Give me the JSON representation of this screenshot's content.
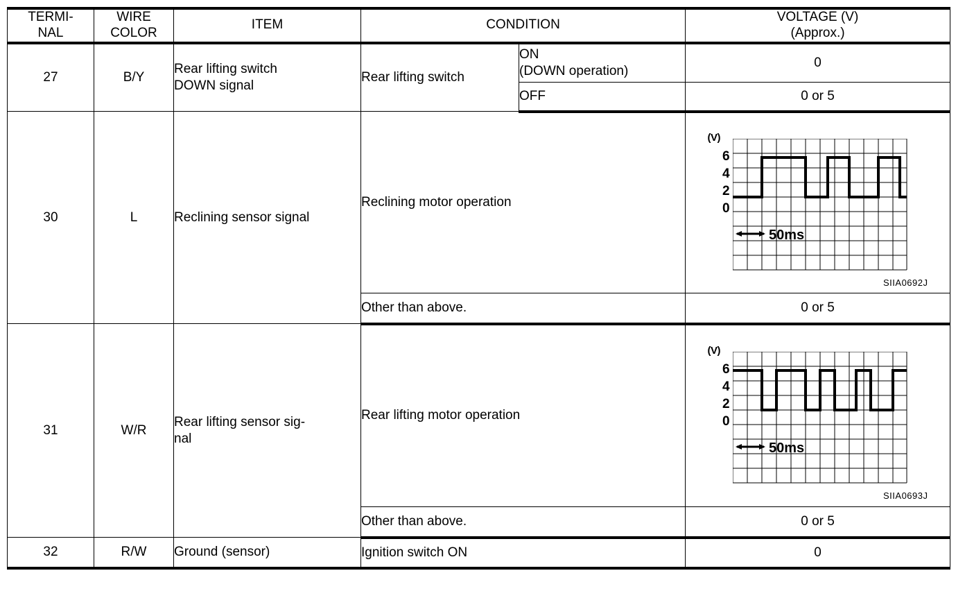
{
  "table": {
    "headers": [
      {
        "id": "terminal",
        "label": "TERMI-\nNAL",
        "line1": "TERMI-",
        "line2": "NAL"
      },
      {
        "id": "wire_color",
        "label": "WIRE\nCOLOR",
        "line1": "WIRE",
        "line2": "COLOR"
      },
      {
        "id": "item",
        "label": "ITEM"
      },
      {
        "id": "condition",
        "label": "CONDITION"
      },
      {
        "id": "voltage",
        "label": "VOLTAGE (V)\n(Approx.)",
        "line1": "VOLTAGE (V)",
        "line2": "(Approx.)"
      }
    ],
    "rows": [
      {
        "terminal": "27",
        "wire_color": "B/Y",
        "item_line1": "Rear lifting switch",
        "item_line2": "DOWN signal",
        "condition_group": "Rear lifting switch",
        "sub": [
          {
            "cond_line1": "ON",
            "cond_line2": "(DOWN operation)",
            "voltage": "0"
          },
          {
            "cond_line1": "OFF",
            "cond_line2": "",
            "voltage": "0 or 5"
          }
        ]
      },
      {
        "terminal": "30",
        "wire_color": "L",
        "item_line1": "Reclining sensor signal",
        "item_line2": "",
        "condition_main": "Reclining motor operation",
        "condition_other": "Other than above.",
        "voltage_other": "0 or 5",
        "scope_code": "SIIA0692J"
      },
      {
        "terminal": "31",
        "wire_color": "W/R",
        "item_line1": "Rear lifting sensor sig-",
        "item_line2": "nal",
        "condition_main": "Rear lifting motor operation",
        "condition_other": "Other than above.",
        "voltage_other": "0 or 5",
        "scope_code": "SIIA0693J"
      },
      {
        "terminal": "32",
        "wire_color": "R/W",
        "item_line1": "Ground (sensor)",
        "item_line2": "",
        "condition_main": "Ignition switch ON",
        "voltage": "0"
      }
    ]
  },
  "scopes": [
    {
      "id": "scope-reclining",
      "code": "SIIA0692J",
      "unit_label": "(V)",
      "y_ticks": [
        "6",
        "4",
        "2",
        "0"
      ],
      "time_label": "50ms",
      "grid_cols": 12,
      "grid_rows": 9,
      "waveform_type": "square-wave-starts-low",
      "high_level": "5",
      "low_level": "0",
      "transitions": [
        0,
        2,
        5,
        6.5,
        8,
        10,
        11.5
      ]
    },
    {
      "id": "scope-rear-lifting",
      "code": "SIIA0693J",
      "unit_label": "(V)",
      "y_ticks": [
        "6",
        "4",
        "2",
        "0"
      ],
      "time_label": "50ms",
      "grid_cols": 12,
      "grid_rows": 9,
      "waveform_type": "square-wave-starts-high",
      "high_level": "5",
      "low_level": "0",
      "transitions": [
        0,
        2,
        3,
        5,
        6,
        7,
        8.5,
        9.5,
        11
      ]
    }
  ],
  "chart_data": [
    {
      "type": "line",
      "title": "Reclining sensor signal - Reclining motor operation",
      "ylabel": "(V)",
      "xlabel": "time",
      "ylim": [
        0,
        6
      ],
      "yticks": [
        0,
        2,
        4,
        6
      ],
      "annotation": "50ms",
      "code": "SIIA0692J",
      "grid": true,
      "x": [
        0,
        2,
        2,
        5,
        5,
        6.5,
        6.5,
        8,
        8,
        10,
        10,
        11.5,
        11.5,
        12
      ],
      "values": [
        0,
        0,
        5,
        5,
        0,
        0,
        5,
        5,
        0,
        0,
        5,
        5,
        0,
        0
      ]
    },
    {
      "type": "line",
      "title": "Rear lifting sensor signal - Rear lifting motor operation",
      "ylabel": "(V)",
      "xlabel": "time",
      "ylim": [
        0,
        6
      ],
      "yticks": [
        0,
        2,
        4,
        6
      ],
      "annotation": "50ms",
      "code": "SIIA0693J",
      "grid": true,
      "x": [
        0,
        2,
        2,
        3,
        3,
        5,
        5,
        6,
        6,
        7,
        7,
        8.5,
        8.5,
        9.5,
        9.5,
        11,
        11,
        12
      ],
      "values": [
        5,
        5,
        0,
        0,
        5,
        5,
        0,
        0,
        5,
        5,
        0,
        0,
        5,
        5,
        0,
        0,
        5,
        5
      ]
    }
  ]
}
